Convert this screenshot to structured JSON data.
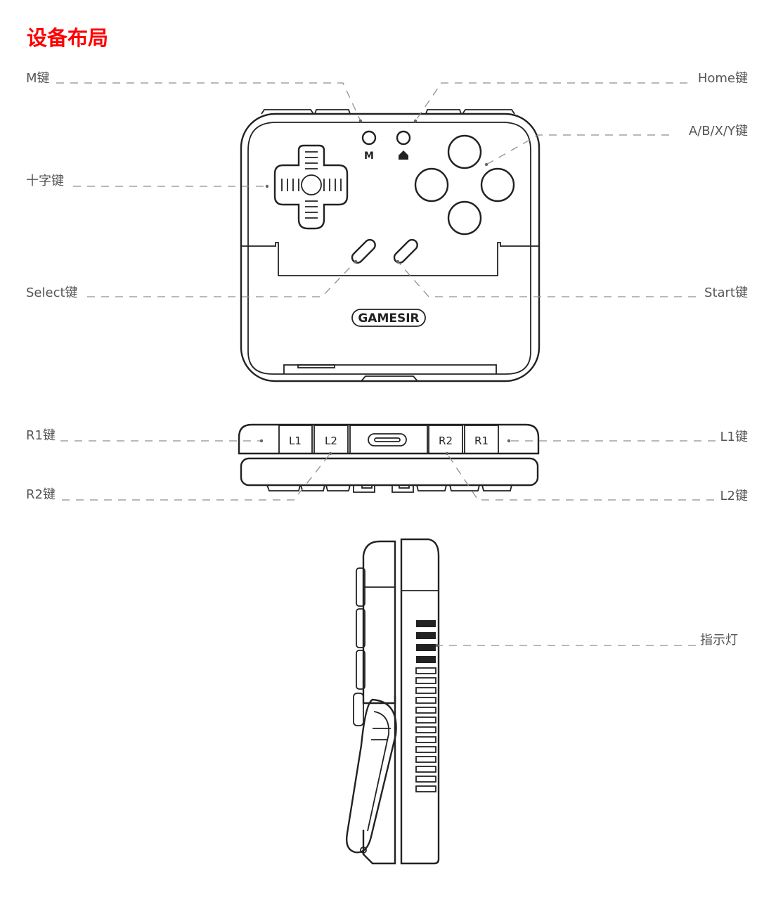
{
  "title": "设备布局",
  "device": {
    "brand": "GAMESIR",
    "m_mark": "M",
    "home_mark": "home-icon",
    "shoulder_caps": [
      "L1",
      "L2",
      "R2",
      "R1"
    ]
  },
  "callouts": {
    "m_key": "M键",
    "home_key": "Home键",
    "abxy_key": "A/B/X/Y键",
    "dpad_key": "十字键",
    "select_key": "Select键",
    "start_key": "Start键",
    "r1_key": "R1键",
    "l1_key": "L1键",
    "r2_key": "R2键",
    "l2_key": "L2键",
    "indicator": "指示灯"
  },
  "colors": {
    "title": "#ff0000",
    "outline": "#222222",
    "leader": "#8f8f8f",
    "text": "#555555"
  }
}
